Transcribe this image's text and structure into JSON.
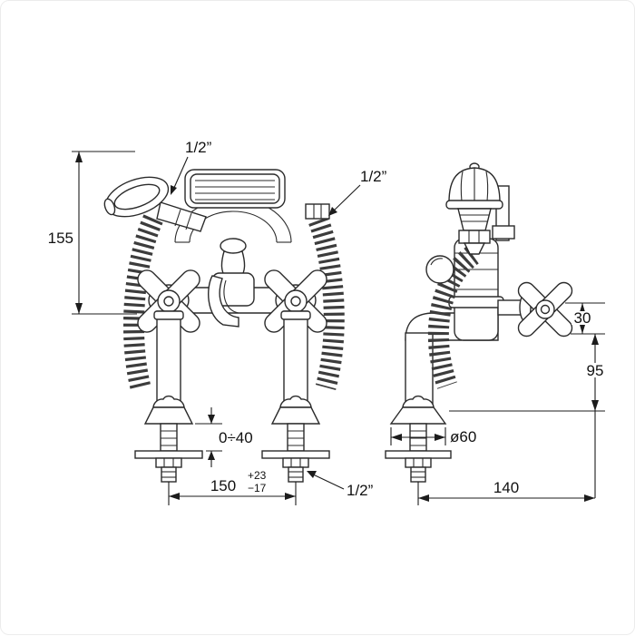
{
  "meta": {
    "type": "technical-dimensional-drawing",
    "subject": "deck-mounted bath shower mixer with hand shower, front and side views"
  },
  "dims": {
    "thread_top": "1/2”",
    "thread_hose": "1/2”",
    "thread_tail": "1/2”",
    "height_overall": "155",
    "handle_offset": "30",
    "body_to_base": "95",
    "deck_thickness": "0÷40",
    "flange_diameter": "ø60",
    "hole_distance": "150",
    "tol_plus": "+23",
    "tol_minus": "−17",
    "depth": "140"
  }
}
